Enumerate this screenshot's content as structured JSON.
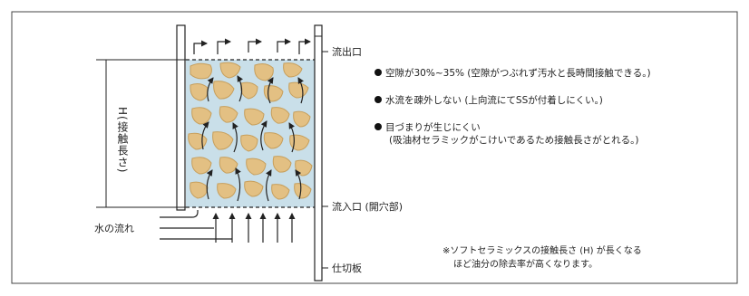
{
  "labels": {
    "outlet": "流出口",
    "inlet": "流入口 (開穴部)",
    "water_flow": "水の流れ",
    "partition": "仕切板",
    "height": "H(接触長さ)"
  },
  "bullets": [
    {
      "text": "空隙が30%~35% (空隙がつぶれず汚水と長時間接触できる。)"
    },
    {
      "text": "水流を疎外しない (上向流にてSSが付着しにくい。)"
    },
    {
      "text": "目づまりが生じにくい",
      "sub": "(吸油材セラミックがこけいであるため接触長さがとれる。)"
    }
  ],
  "note": {
    "line1": "※ソフトセラミックスの接触長さ (H) が長くなる",
    "line2": "ほど油分の除去率が高くなります。"
  },
  "colors": {
    "media_bg": "#c9dfe9",
    "stone": "#e3c083",
    "stone_edge": "#c79f5c",
    "line": "#222222"
  }
}
